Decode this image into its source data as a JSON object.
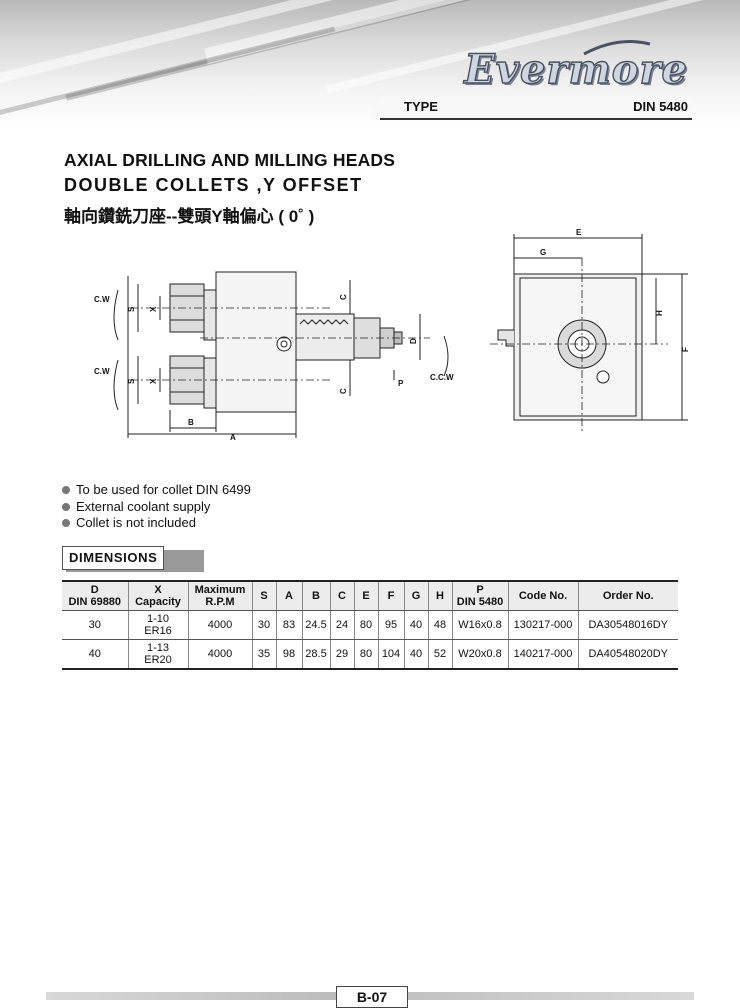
{
  "brand": {
    "logo": "Evermore"
  },
  "type_bar": {
    "label": "TYPE",
    "value": "DIN 5480"
  },
  "titles": {
    "line1": "AXIAL DRILLING AND MILLING HEADS",
    "line2": "DOUBLE  COLLETS ,Y OFFSET",
    "line3": "軸向鑽銑刀座--雙頭Y軸偏心 ( 0˚ )"
  },
  "drawing_labels": {
    "cw": "C.W",
    "ccw": "C.C.W",
    "s": "S",
    "x": "X",
    "c": "C",
    "d": "D",
    "p": "P",
    "a": "A",
    "b": "B",
    "e": "E",
    "g": "G",
    "h": "H",
    "f": "F"
  },
  "notes": [
    "To be used for collet DIN 6499",
    "External coolant supply",
    "Collet is not included"
  ],
  "dimensions_title": "DIMENSIONS",
  "table": {
    "headers": [
      {
        "l1": "D",
        "l2": "DIN 69880"
      },
      {
        "l1": "X",
        "l2": "Capacity"
      },
      {
        "l1": "Maximum",
        "l2": "R.P.M"
      },
      {
        "l1": "S",
        "l2": ""
      },
      {
        "l1": "A",
        "l2": ""
      },
      {
        "l1": "B",
        "l2": ""
      },
      {
        "l1": "C",
        "l2": ""
      },
      {
        "l1": "E",
        "l2": ""
      },
      {
        "l1": "F",
        "l2": ""
      },
      {
        "l1": "G",
        "l2": ""
      },
      {
        "l1": "H",
        "l2": ""
      },
      {
        "l1": "P",
        "l2": "DIN 5480"
      },
      {
        "l1": "Code No.",
        "l2": ""
      },
      {
        "l1": "Order No.",
        "l2": ""
      }
    ],
    "rows": [
      {
        "d": "30",
        "x1": "1-10",
        "x2": "ER16",
        "rpm": "4000",
        "s": "30",
        "a": "83",
        "b": "24.5",
        "c": "24",
        "e": "80",
        "f": "95",
        "g": "40",
        "h": "48",
        "p": "W16x0.8",
        "code": "130217-000",
        "order": "DA30548016DY"
      },
      {
        "d": "40",
        "x1": "1-13",
        "x2": "ER20",
        "rpm": "4000",
        "s": "35",
        "a": "98",
        "b": "28.5",
        "c": "29",
        "e": "80",
        "f": "104",
        "g": "40",
        "h": "52",
        "p": "W20x0.8",
        "code": "140217-000",
        "order": "DA40548020DY"
      }
    ]
  },
  "page_number": "B-07"
}
